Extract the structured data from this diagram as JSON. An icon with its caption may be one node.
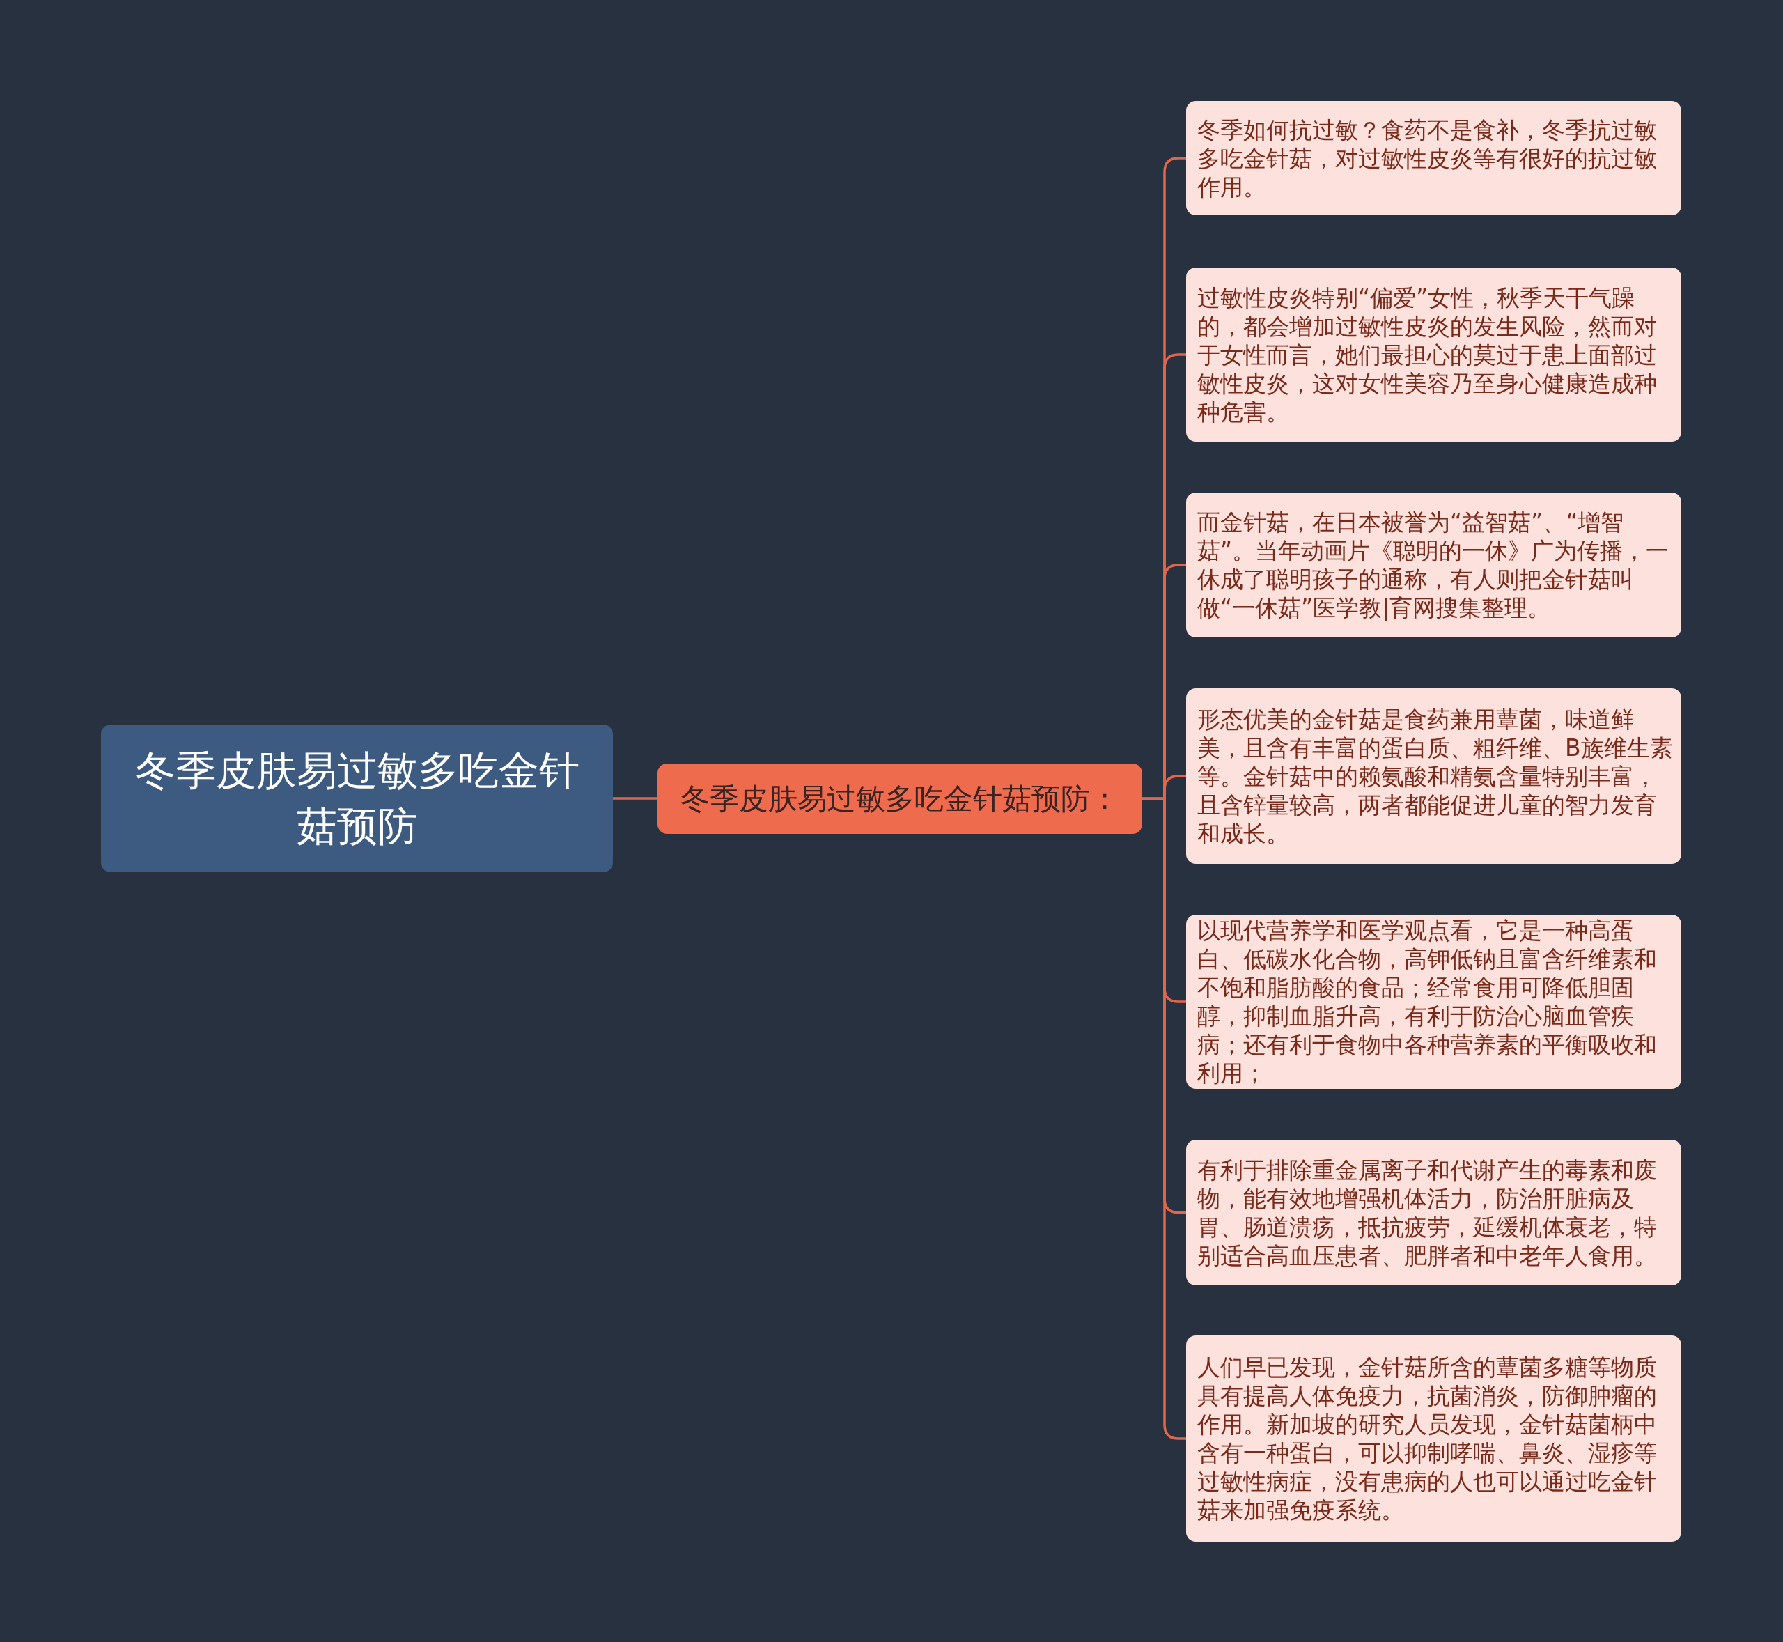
{
  "diagram": {
    "nodes": [
      {
        "text": [
          "冬季皮肤易过敏多吃金针菇预防"
        ]
      },
      {
        "text": [
          "冬季皮肤易过敏多吃金针菇预防："
        ]
      },
      {
        "text": [
          "冬季如何抗过敏？食药不是食补，冬季抗过敏多吃金针菇，对过敏性皮炎等有很好的抗过敏作用。"
        ]
      },
      {
        "text": [
          "过敏性皮炎特别“偏爱”女性，秋季天干气躁的，都会增加过敏性皮炎的发生风险，然而对于女性而言，她们最担心的莫过于患上面部过敏性皮炎，这对女性美容乃至身心健康造成种种危害。"
        ]
      },
      {
        "text": [
          "而金针菇，在日本被誉为“益智菇”、“增智菇”。当年动画片《聪明的一休》广为传播，一休成了聪明孩子的通称，有人则把金针菇叫做“一休菇”医学教|育网搜集整理。"
        ]
      },
      {
        "text": [
          "形态优美的金针菇是食药兼用蕈菌，味道鲜美，且含有丰富的蛋白质、粗纤维、B族维生素等。金针菇中的赖氨酸和精氨含量特别丰富，且含锌量较高，两者都能促进儿童的智力发育和成长。"
        ]
      },
      {
        "text": [
          "以现代营养学和医学观点看，它是一种高蛋白、低碳水化合物，高钾低钠且富含纤维素和不饱和脂肪酸的食品；经常食用可降低胆固醇，抑制血脂升高，有利于防治心脑血管疾病；还有利于食物中各种营养素的平衡吸收和利用；"
        ]
      },
      {
        "text": [
          "有利于排除重金属离子和代谢产生的毒素和废物，能有效地增强机体活力，防治肝脏病及胃、肠道溃疡，抵抗疲劳，延缓机体衰老，特别适合高血压患者、肥胖者和中老年人食用。"
        ]
      },
      {
        "text": [
          "人们早已发现，金针菇所含的蕈菌多糖等物质具有提高人体免疫力，抗菌消炎，防御肿瘤的作用。新加坡的研究人员发现，金针菇菌柄中含有一种蛋白，可以抑制哮喘、鼻炎、湿疹等过敏性病症，没有患病的人也可以通过吃金针菇来加强免疫系统。"
        ]
      }
    ],
    "edges": [
      {
        "from": 0,
        "to": 1,
        "arrow": "none"
      },
      {
        "from": 1,
        "to": 2,
        "arrow": "none"
      },
      {
        "from": 1,
        "to": 3,
        "arrow": "none"
      },
      {
        "from": 1,
        "to": 4,
        "arrow": "none"
      },
      {
        "from": 1,
        "to": 5,
        "arrow": "none"
      },
      {
        "from": 1,
        "to": 6,
        "arrow": "none"
      },
      {
        "from": 1,
        "to": 7,
        "arrow": "none"
      },
      {
        "from": 1,
        "to": 8,
        "arrow": "none"
      }
    ]
  }
}
